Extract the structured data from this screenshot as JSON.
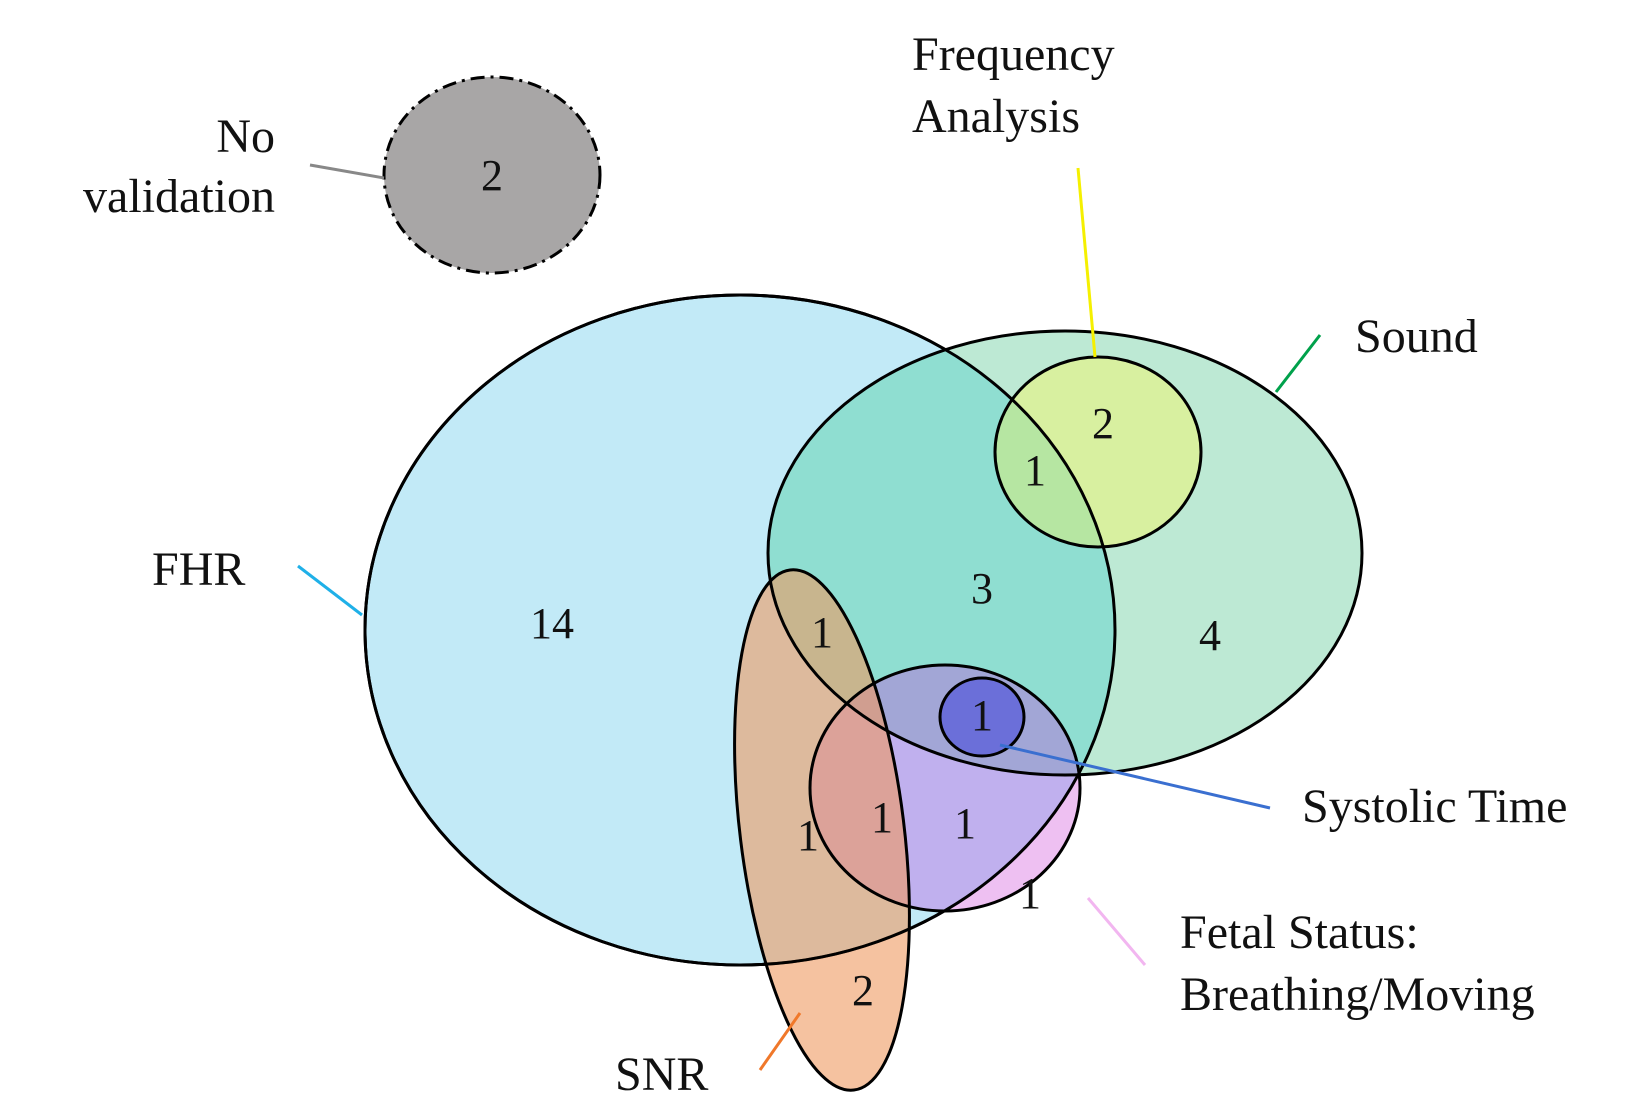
{
  "sets": {
    "no_validation": {
      "label_line1": "No",
      "label_line2": "validation",
      "color": "#a8a6a6",
      "count": "2"
    },
    "frequency_analysis": {
      "label_line1": "Frequency",
      "label_line2": "Analysis",
      "color": "#d8f0a0",
      "leader_color": "#f5f000"
    },
    "sound": {
      "label": "Sound",
      "color": "#bde9d4",
      "leader_color": "#00a14b"
    },
    "fhr": {
      "label": "FHR",
      "color": "#c2eaf7",
      "leader_color": "#1fb0e8"
    },
    "snr": {
      "label": "SNR",
      "color": "#f2b48a",
      "leader_color": "#f0782a"
    },
    "systolic_time": {
      "label": "Systolic Time",
      "color": "#6b6fd9",
      "leader_color": "#3a6fd0"
    },
    "fetal_status": {
      "label_line1": "Fetal Status:",
      "label_line2": "Breathing/Moving",
      "color": "#eec0f2",
      "leader_color": "#f2b6f0"
    }
  },
  "regions": {
    "fhr_only": "14",
    "fhr_sound": "3",
    "sound_only": "4",
    "freq_only_in_sound": "2",
    "fhr_sound_freq": "1",
    "fhr_snr_sound": "1",
    "fhr_snr": "1",
    "fhr_snr_fetal": "1",
    "fhr_fetal": "1",
    "fetal_only": "1",
    "snr_only": "2",
    "systolic": "1"
  }
}
